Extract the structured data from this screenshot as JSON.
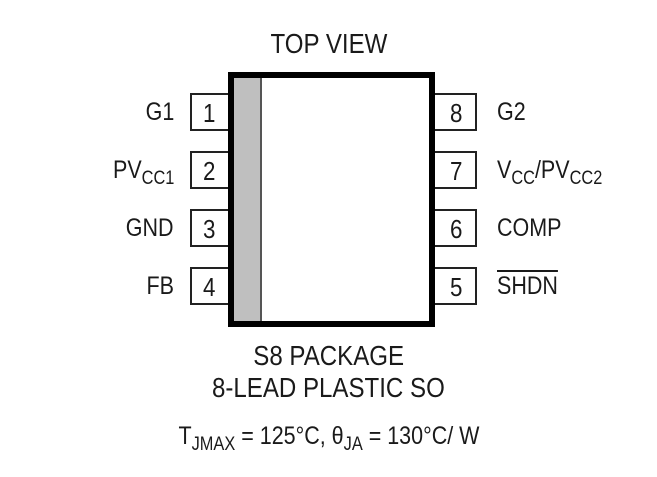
{
  "title": "TOP VIEW",
  "colors": {
    "background": "#ffffff",
    "body_outline": "#000000",
    "pin1_stripe": "#bfbfbf",
    "text": "#1a1a1a"
  },
  "pins": {
    "left": [
      {
        "number": "1",
        "name": "G1"
      },
      {
        "number": "2",
        "name": "PV",
        "name_sub": "CC1"
      },
      {
        "number": "3",
        "name": "GND"
      },
      {
        "number": "4",
        "name": "FB"
      }
    ],
    "right": [
      {
        "number": "8",
        "name": "G2"
      },
      {
        "number": "7",
        "name": "V",
        "name_sub": "CC",
        "name_2": "/PV",
        "name_2_sub": "CC2"
      },
      {
        "number": "6",
        "name": "COMP"
      },
      {
        "number": "5",
        "name": "SHDN",
        "active_low": true
      }
    ]
  },
  "package": {
    "name": "S8 PACKAGE",
    "description": "8-LEAD PLASTIC SO"
  },
  "thermal": {
    "tj_symbol": "T",
    "tj_sub": "JMAX",
    "tj_value": " = 125°C, ",
    "theta_symbol": "θ",
    "theta_sub": "JA",
    "theta_value": " = 130°C/ W"
  }
}
